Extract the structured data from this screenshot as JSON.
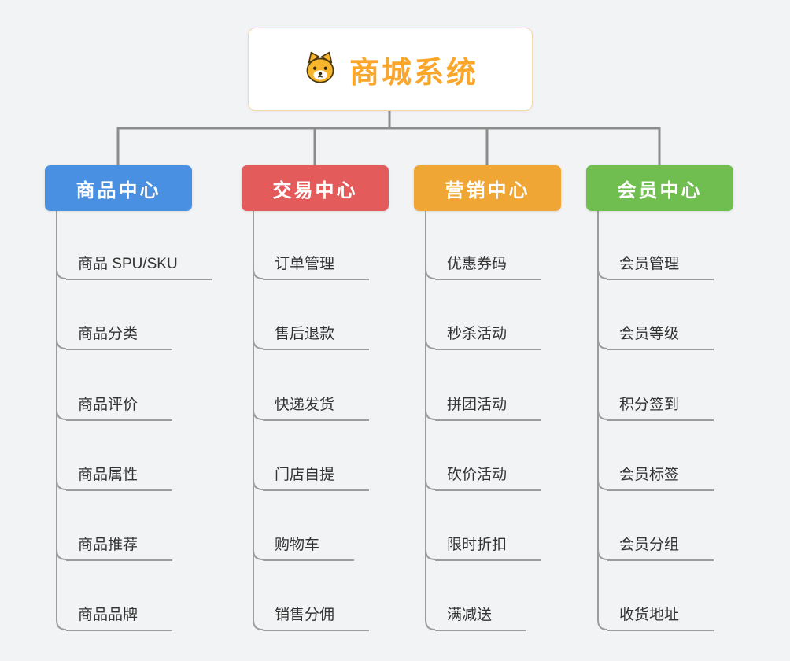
{
  "root": {
    "title": "商城系统",
    "icon": "dog-face-icon",
    "title_color": "#f9a62b"
  },
  "branches": [
    {
      "label": "商品中心",
      "color": "#4a90e2",
      "items": [
        "商品 SPU/SKU",
        "商品分类",
        "商品评价",
        "商品属性",
        "商品推荐",
        "商品品牌"
      ]
    },
    {
      "label": "交易中心",
      "color": "#e35b5b",
      "items": [
        "订单管理",
        "售后退款",
        "快递发货",
        "门店自提",
        "购物车",
        "销售分佣"
      ]
    },
    {
      "label": "营销中心",
      "color": "#f0a634",
      "items": [
        "优惠券码",
        "秒杀活动",
        "拼团活动",
        "砍价活动",
        "限时折扣",
        "满减送"
      ]
    },
    {
      "label": "会员中心",
      "color": "#6fbe4f",
      "items": [
        "会员管理",
        "会员等级",
        "积分签到",
        "会员标签",
        "会员分组",
        "收货地址"
      ]
    }
  ],
  "connector_color": "#8c8c8c",
  "background_color": "#f2f3f4"
}
